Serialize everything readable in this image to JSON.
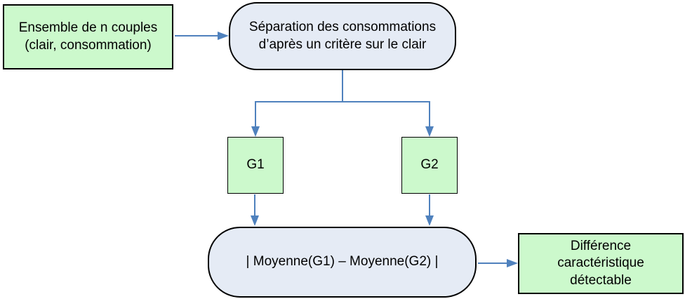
{
  "colors": {
    "green_fill": "#ccf9cc",
    "blue_fill": "#e5ebf5",
    "arrow": "#4f81bd",
    "border": "#000000"
  },
  "nodes": {
    "ensemble": {
      "label": "Ensemble de n couples\n(clair, consommation)"
    },
    "separation": {
      "label": "Séparation des consommations\nd’après un critère sur le clair"
    },
    "g1": {
      "label": "G1"
    },
    "g2": {
      "label": "G2"
    },
    "moyenne": {
      "label": "| Moyenne(G1) – Moyenne(G2) |"
    },
    "difference": {
      "label": "Différence\ncaractéristique\ndétectable"
    }
  }
}
